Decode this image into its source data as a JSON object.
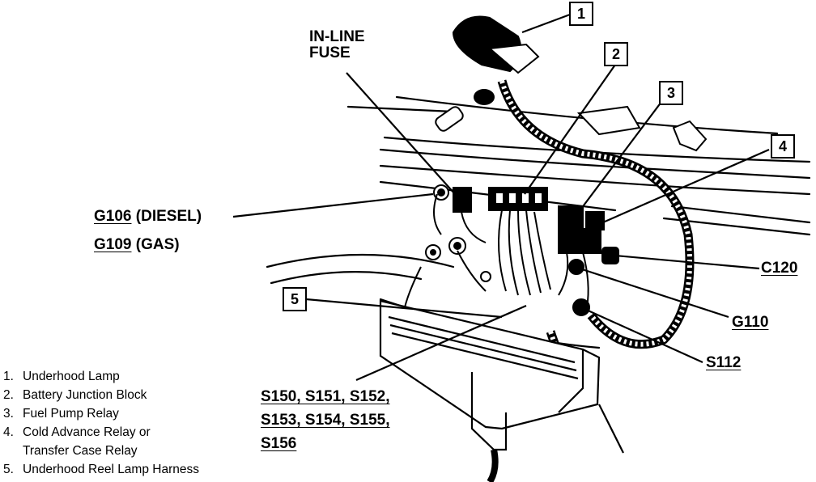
{
  "labels": {
    "inline_fuse": [
      "IN-LINE",
      "FUSE"
    ],
    "g106_code": "G106",
    "g106_note": "(DIESEL)",
    "g109_code": "G109",
    "g109_note": "(GAS)",
    "c120": "C120",
    "g110": "G110",
    "s112": "S112",
    "splices": [
      "S150, S151, S152,",
      "S153, S154, S155,",
      "S156"
    ]
  },
  "callouts": [
    "1",
    "2",
    "3",
    "4",
    "5"
  ],
  "legend": [
    {
      "num": "1.",
      "text": "Underhood Lamp"
    },
    {
      "num": "2.",
      "text": "Battery Junction Block"
    },
    {
      "num": "3.",
      "text": "Fuel Pump Relay"
    },
    {
      "num": "4.",
      "text": "Cold Advance Relay or",
      "cont": "Transfer Case Relay"
    },
    {
      "num": "5.",
      "text": "Underhood Reel Lamp Harness"
    }
  ],
  "colors": {
    "ink": "#000000",
    "paper": "#ffffff"
  }
}
